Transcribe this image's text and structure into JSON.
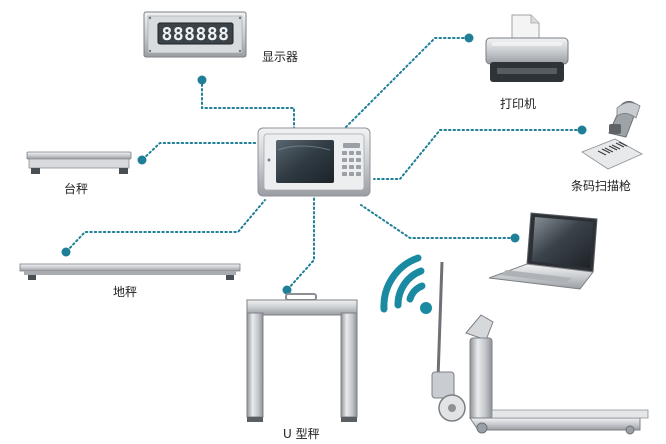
{
  "colors": {
    "link": "#1f7f96",
    "accent_wifi": "#1a8aa3",
    "metal": "#b8bcc0"
  },
  "center": {
    "name": "controller-terminal"
  },
  "display_panel": {
    "digits": "888888"
  },
  "devices": [
    {
      "id": "display",
      "label": "显示器"
    },
    {
      "id": "printer",
      "label": "打印机"
    },
    {
      "id": "scanner",
      "label": "条码扫描枪"
    },
    {
      "id": "laptop",
      "label": ""
    },
    {
      "id": "platform",
      "label": "台秤"
    },
    {
      "id": "floor",
      "label": "地秤"
    },
    {
      "id": "uscale",
      "label": "U 型秤"
    },
    {
      "id": "pallet",
      "label": ""
    }
  ]
}
